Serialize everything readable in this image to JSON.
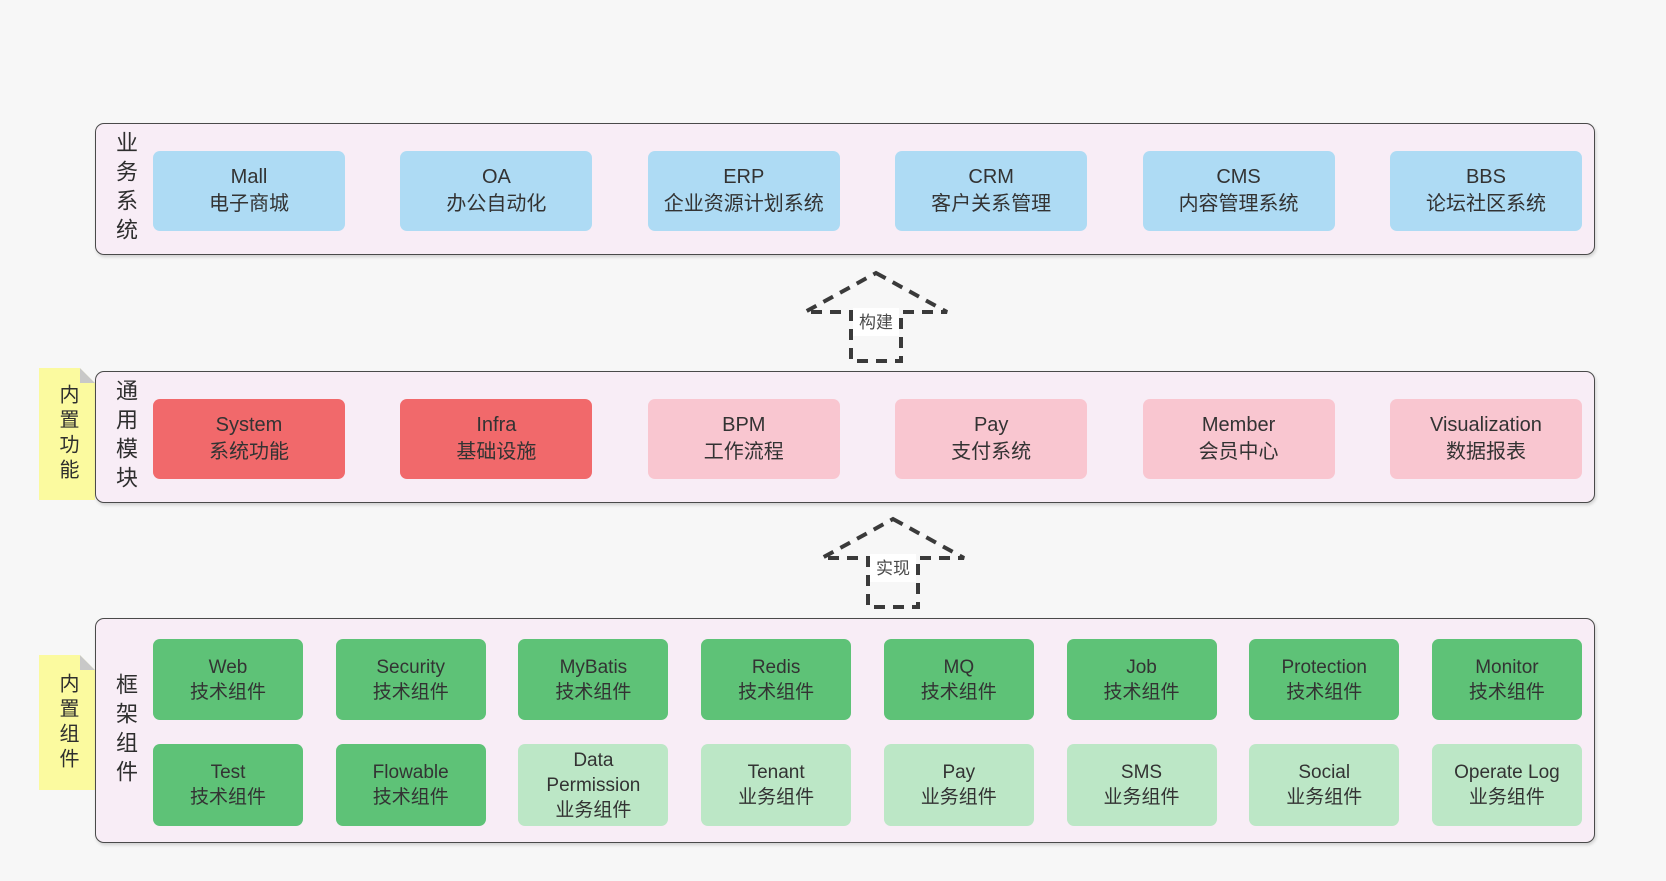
{
  "colors": {
    "page_background": "#f7f7f7",
    "panel_background": "#f8edf6",
    "panel_border": "#4a4a4a",
    "blue_box": "#aedbf4",
    "red_box": "#f1696b",
    "pink_box": "#f9c6d0",
    "green_box": "#5ec277",
    "light_green_box": "#bce7c6",
    "sticky_note": "#fbfa9f",
    "sticky_fold": "#c8c8c8",
    "arrow_dash": "#3a3a3a"
  },
  "business": {
    "label": "业务系统",
    "boxes": [
      {
        "name": "Mall",
        "desc": "电子商城",
        "variant": "blue"
      },
      {
        "name": "OA",
        "desc": "办公自动化",
        "variant": "blue"
      },
      {
        "name": "ERP",
        "desc": "企业资源计划系统",
        "variant": "blue"
      },
      {
        "name": "CRM",
        "desc": "客户关系管理",
        "variant": "blue"
      },
      {
        "name": "CMS",
        "desc": "内容管理系统",
        "variant": "blue"
      },
      {
        "name": "BBS",
        "desc": "论坛社区系统",
        "variant": "blue"
      }
    ]
  },
  "arrows": {
    "build": "构建",
    "implement": "实现"
  },
  "modules": {
    "label": "通用模块",
    "sticky": "内置功能",
    "boxes": [
      {
        "name": "System",
        "desc": "系统功能",
        "variant": "red"
      },
      {
        "name": "Infra",
        "desc": "基础设施",
        "variant": "red"
      },
      {
        "name": "BPM",
        "desc": "工作流程",
        "variant": "pink"
      },
      {
        "name": "Pay",
        "desc": "支付系统",
        "variant": "pink"
      },
      {
        "name": "Member",
        "desc": "会员中心",
        "variant": "pink"
      },
      {
        "name": "Visualization",
        "desc": "数据报表",
        "variant": "pink"
      }
    ]
  },
  "components": {
    "label": "框架组件",
    "sticky": "内置组件",
    "row1": [
      {
        "name": "Web",
        "desc": "技术组件",
        "variant": "green"
      },
      {
        "name": "Security",
        "desc": "技术组件",
        "variant": "green"
      },
      {
        "name": "MyBatis",
        "desc": "技术组件",
        "variant": "green"
      },
      {
        "name": "Redis",
        "desc": "技术组件",
        "variant": "green"
      },
      {
        "name": "MQ",
        "desc": "技术组件",
        "variant": "green"
      },
      {
        "name": "Job",
        "desc": "技术组件",
        "variant": "green"
      },
      {
        "name": "Protection",
        "desc": "技术组件",
        "variant": "green"
      },
      {
        "name": "Monitor",
        "desc": "技术组件",
        "variant": "green"
      }
    ],
    "row2": [
      {
        "name": "Test",
        "desc": "技术组件",
        "variant": "green"
      },
      {
        "name": "Flowable",
        "desc": "技术组件",
        "variant": "green"
      },
      {
        "name": "Data Permission",
        "desc": "业务组件",
        "variant": "light-green"
      },
      {
        "name": "Tenant",
        "desc": "业务组件",
        "variant": "light-green"
      },
      {
        "name": "Pay",
        "desc": "业务组件",
        "variant": "light-green"
      },
      {
        "name": "SMS",
        "desc": "业务组件",
        "variant": "light-green"
      },
      {
        "name": "Social",
        "desc": "业务组件",
        "variant": "light-green"
      },
      {
        "name": "Operate Log",
        "desc": "业务组件",
        "variant": "light-green"
      }
    ]
  }
}
